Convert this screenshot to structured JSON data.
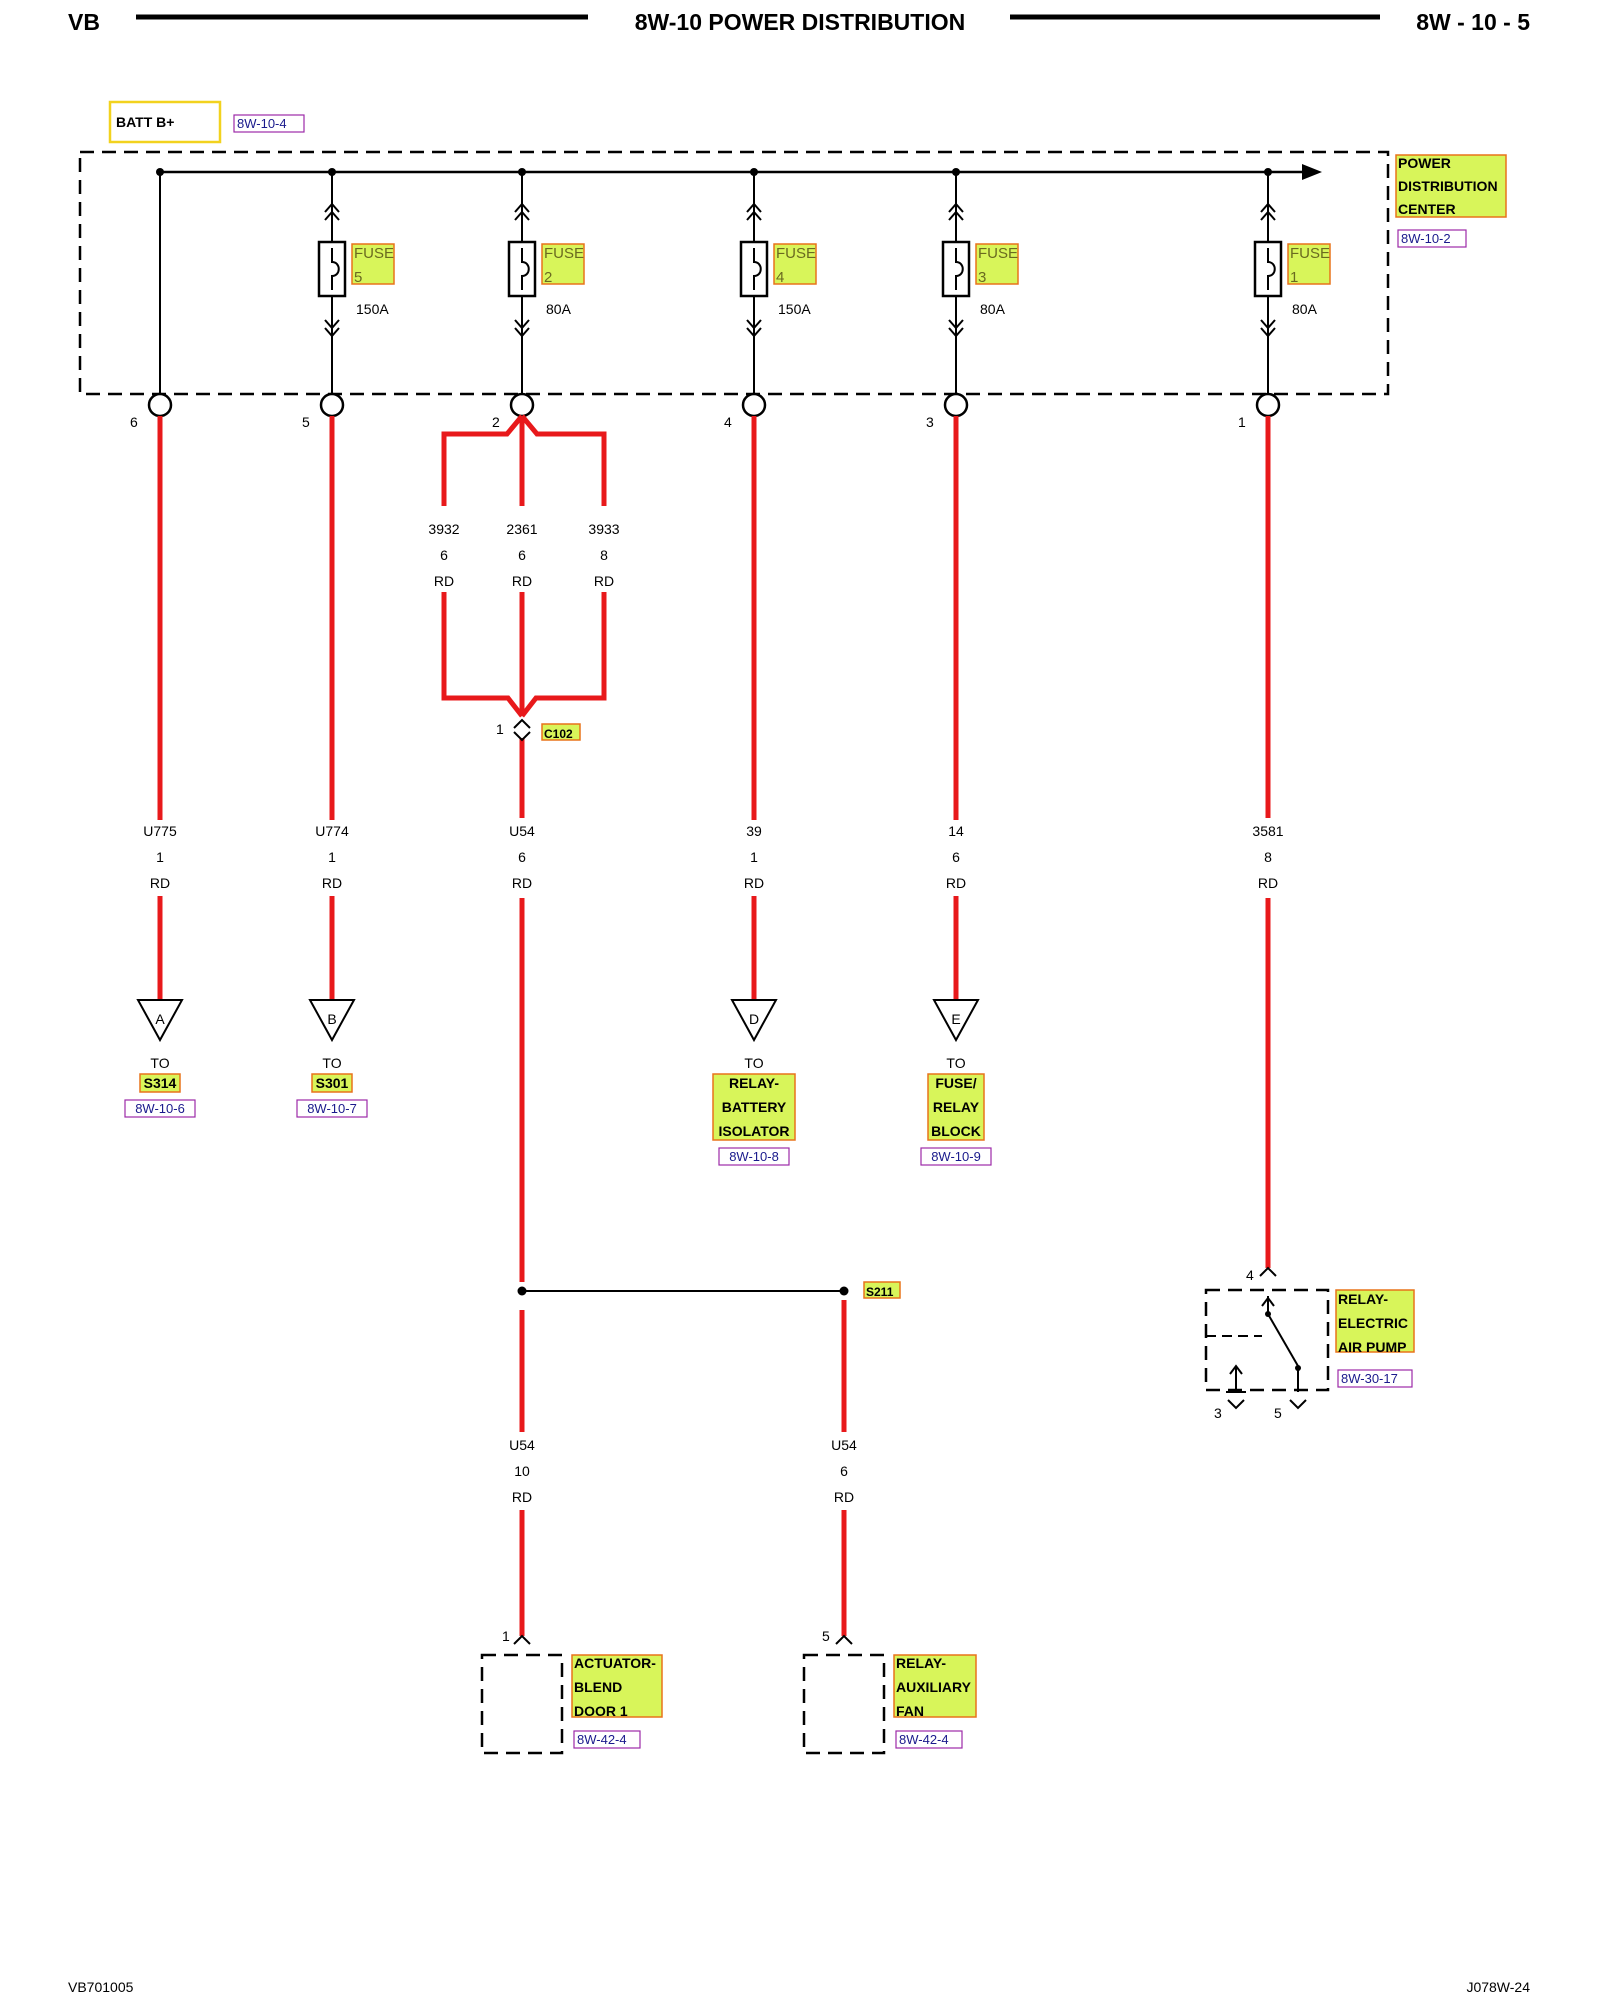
{
  "header": {
    "left": "VB",
    "title": "8W-10 POWER DISTRIBUTION",
    "right": "8W - 10 - 5"
  },
  "footer": {
    "left": "VB701005",
    "right": "J078W-24"
  },
  "batt": {
    "label": "BATT B+",
    "ref": "8W-10-4"
  },
  "pdc": {
    "label_lines": [
      "POWER",
      "DISTRIBUTION",
      "CENTER"
    ],
    "ref": "8W-10-2"
  },
  "fuses": [
    {
      "label": "FUSE",
      "number": "5",
      "rating": "150A"
    },
    {
      "label": "FUSE",
      "number": "2",
      "rating": "80A"
    },
    {
      "label": "FUSE",
      "number": "4",
      "rating": "150A"
    },
    {
      "label": "FUSE",
      "number": "3",
      "rating": "80A"
    },
    {
      "label": "FUSE",
      "number": "1",
      "rating": "80A"
    }
  ],
  "pins": [
    "6",
    "5",
    "2",
    "4",
    "3",
    "1"
  ],
  "splice_wires": [
    {
      "circuit": "3932",
      "gauge": "6",
      "color": "RD"
    },
    {
      "circuit": "2361",
      "gauge": "6",
      "color": "RD"
    },
    {
      "circuit": "3933",
      "gauge": "8",
      "color": "RD"
    }
  ],
  "connector_c102": {
    "pin": "1",
    "label": "C102"
  },
  "wires": [
    {
      "circuit": "U775",
      "gauge": "1",
      "color": "RD"
    },
    {
      "circuit": "U774",
      "gauge": "1",
      "color": "RD"
    },
    {
      "circuit": "U54",
      "gauge": "6",
      "color": "RD"
    },
    {
      "circuit": "39",
      "gauge": "1",
      "color": "RD"
    },
    {
      "circuit": "14",
      "gauge": "6",
      "color": "RD"
    },
    {
      "circuit": "3581",
      "gauge": "8",
      "color": "RD"
    }
  ],
  "offpage": [
    {
      "letter": "A",
      "to": "TO",
      "dest_lines": [
        "S314"
      ],
      "ref": "8W-10-6"
    },
    {
      "letter": "B",
      "to": "TO",
      "dest_lines": [
        "S301"
      ],
      "ref": "8W-10-7"
    },
    {
      "letter": "D",
      "to": "TO",
      "dest_lines": [
        "RELAY-",
        "BATTERY",
        "ISOLATOR"
      ],
      "ref": "8W-10-8"
    },
    {
      "letter": "E",
      "to": "TO",
      "dest_lines": [
        "FUSE/",
        "RELAY",
        "BLOCK"
      ],
      "ref": "8W-10-9"
    }
  ],
  "splice_s211": {
    "label": "S211"
  },
  "lower_wires": [
    {
      "circuit": "U54",
      "gauge": "10",
      "color": "RD"
    },
    {
      "circuit": "U54",
      "gauge": "6",
      "color": "RD"
    }
  ],
  "components": [
    {
      "pin": "1",
      "label_lines": [
        "ACTUATOR-",
        "BLEND",
        "DOOR 1"
      ],
      "ref": "8W-42-4"
    },
    {
      "pin": "5",
      "label_lines": [
        "RELAY-",
        "AUXILIARY",
        "FAN"
      ],
      "ref": "8W-42-4"
    }
  ],
  "relay_pump": {
    "pin_in": "4",
    "pin_a": "3",
    "pin_b": "5",
    "label_lines": [
      "RELAY-",
      "ELECTRIC",
      "AIR PUMP"
    ],
    "ref": "8W-30-17"
  },
  "colors": {
    "wire": "#e8191b",
    "highlight": "#d8f55a",
    "highlight_border": "#e8731b",
    "ref_border": "#9c2aa8",
    "batt_border": "#f2d21e"
  }
}
